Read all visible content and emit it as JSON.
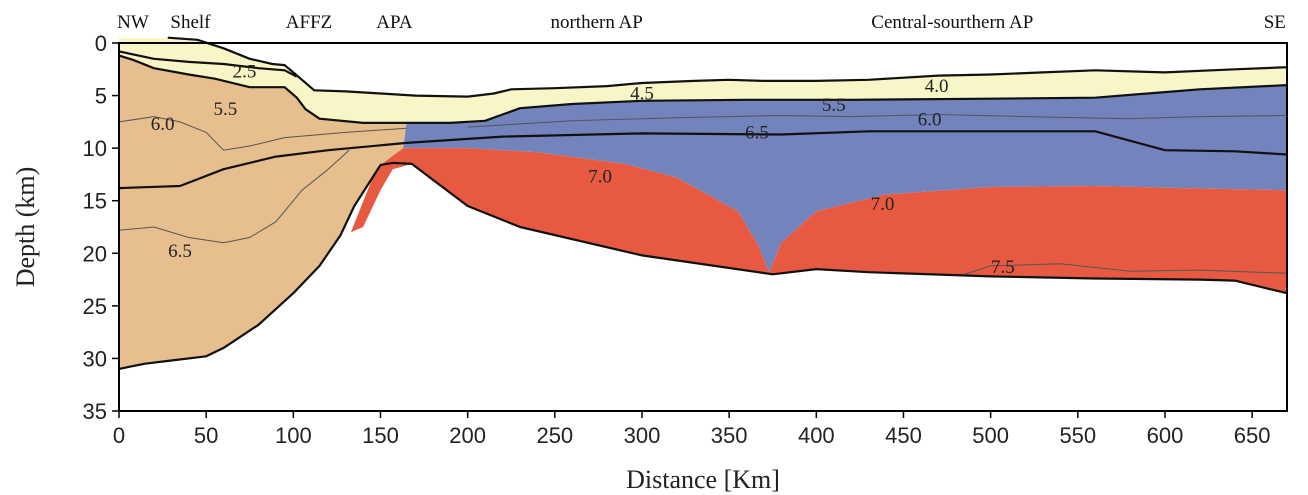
{
  "colors": {
    "sediment": "#f8f5c6",
    "upper_crust": "#e7bf8f",
    "oceanic_crust": "#7384bc",
    "lower_crust": "#e75a41",
    "boundary": "#111111",
    "contour": "#555555"
  },
  "top_labels": [
    {
      "text": "NW",
      "km": 8
    },
    {
      "text": "Shelf",
      "km": 41
    },
    {
      "text": "AFFZ",
      "km": 109
    },
    {
      "text": "APA",
      "km": 158
    },
    {
      "text": "northern AP",
      "km": 274
    },
    {
      "text": "Central-sourthern AP",
      "km": 478
    },
    {
      "text": "SE",
      "km": 663
    }
  ],
  "contour_labels": [
    {
      "text": "2.5",
      "km": 72,
      "depth": 2.6
    },
    {
      "text": "5.5",
      "km": 61,
      "depth": 6.2
    },
    {
      "text": "6.0",
      "km": 25,
      "depth": 7.6
    },
    {
      "text": "6.5",
      "km": 35,
      "depth": 19.7
    },
    {
      "text": "4.5",
      "km": 300,
      "depth": 4.7
    },
    {
      "text": "4.0",
      "km": 469,
      "depth": 4.0
    },
    {
      "text": "5.5",
      "km": 410,
      "depth": 5.8
    },
    {
      "text": "6.0",
      "km": 465,
      "depth": 7.2
    },
    {
      "text": "6.5",
      "km": 366,
      "depth": 8.4
    },
    {
      "text": "7.0",
      "km": 276,
      "depth": 12.6
    },
    {
      "text": "7.0",
      "km": 438,
      "depth": 15.2
    },
    {
      "text": "7.5",
      "km": 507,
      "depth": 21.2
    }
  ],
  "chart_data": {
    "type": "cross-section",
    "xlabel": "Distance [Km]",
    "ylabel": "Depth (km)",
    "xlim": [
      0,
      670
    ],
    "ylim": [
      35,
      0
    ],
    "xticks": [
      "0",
      "50",
      "100",
      "150",
      "200",
      "250",
      "300",
      "350",
      "400",
      "450",
      "500",
      "550",
      "600",
      "650"
    ],
    "yticks": [
      "0",
      "5",
      "10",
      "15",
      "20",
      "25",
      "30",
      "35"
    ],
    "layers": [
      {
        "name": "sediment",
        "color_key": "sediment",
        "top": [
          [
            0,
            -0.5
          ],
          [
            28,
            -0.5
          ],
          [
            45,
            -0.3
          ],
          [
            60,
            0.5
          ],
          [
            75,
            1.5
          ],
          [
            88,
            2.0
          ],
          [
            95,
            2.1
          ],
          [
            100,
            2.8
          ],
          [
            105,
            3.5
          ],
          [
            112,
            4.5
          ],
          [
            130,
            4.6
          ],
          [
            150,
            4.8
          ],
          [
            170,
            5.0
          ],
          [
            200,
            5.1
          ],
          [
            215,
            4.8
          ],
          [
            225,
            4.4
          ],
          [
            250,
            4.3
          ],
          [
            280,
            4.1
          ],
          [
            300,
            3.8
          ],
          [
            330,
            3.6
          ],
          [
            350,
            3.5
          ],
          [
            370,
            3.6
          ],
          [
            400,
            3.6
          ],
          [
            430,
            3.5
          ],
          [
            470,
            3.1
          ],
          [
            500,
            3.0
          ],
          [
            530,
            2.8
          ],
          [
            560,
            2.6
          ],
          [
            600,
            2.8
          ],
          [
            640,
            2.5
          ],
          [
            670,
            2.3
          ]
        ],
        "bottom": [
          [
            670,
            4.0
          ],
          [
            620,
            4.4
          ],
          [
            560,
            5.2
          ],
          [
            500,
            5.3
          ],
          [
            420,
            5.4
          ],
          [
            360,
            5.4
          ],
          [
            300,
            5.5
          ],
          [
            260,
            5.8
          ],
          [
            230,
            6.2
          ],
          [
            220,
            6.8
          ],
          [
            210,
            7.4
          ],
          [
            190,
            7.6
          ],
          [
            165,
            7.6
          ],
          [
            140,
            7.6
          ],
          [
            115,
            7.2
          ],
          [
            107,
            6.3
          ],
          [
            102,
            5.2
          ],
          [
            95,
            4.2
          ],
          [
            75,
            4.2
          ],
          [
            55,
            3.9
          ],
          [
            35,
            3.4
          ],
          [
            20,
            3.0
          ],
          [
            0,
            2.6
          ]
        ]
      },
      {
        "name": "upper-crust",
        "color_key": "upper_crust",
        "top": [
          [
            0,
            1.2
          ],
          [
            8,
            1.6
          ],
          [
            20,
            2.4
          ],
          [
            40,
            3.0
          ],
          [
            55,
            3.4
          ],
          [
            75,
            4.2
          ],
          [
            95,
            4.2
          ],
          [
            102,
            5.2
          ],
          [
            107,
            6.3
          ],
          [
            115,
            7.2
          ],
          [
            140,
            7.6
          ],
          [
            165,
            7.6
          ]
        ],
        "bottom": [
          [
            165,
            7.6
          ],
          [
            163,
            10.0
          ],
          [
            150,
            11.6
          ],
          [
            135,
            15.5
          ],
          [
            127,
            18.3
          ],
          [
            115,
            21.2
          ],
          [
            100,
            23.8
          ],
          [
            80,
            26.8
          ],
          [
            60,
            29.0
          ],
          [
            50,
            29.8
          ],
          [
            30,
            30.2
          ],
          [
            15,
            30.5
          ],
          [
            0,
            31.0
          ]
        ]
      },
      {
        "name": "oceanic-crust",
        "color_key": "oceanic_crust",
        "top": [
          [
            165,
            7.6
          ],
          [
            190,
            7.6
          ],
          [
            210,
            7.4
          ],
          [
            220,
            6.8
          ],
          [
            230,
            6.2
          ],
          [
            260,
            5.8
          ],
          [
            300,
            5.5
          ],
          [
            360,
            5.4
          ],
          [
            420,
            5.4
          ],
          [
            500,
            5.3
          ],
          [
            560,
            5.2
          ],
          [
            620,
            4.4
          ],
          [
            670,
            4.0
          ]
        ],
        "bottom": [
          [
            670,
            14.0
          ],
          [
            610,
            13.8
          ],
          [
            560,
            13.6
          ],
          [
            500,
            13.7
          ],
          [
            440,
            14.4
          ],
          [
            400,
            16.0
          ],
          [
            380,
            19.0
          ],
          [
            373,
            21.8
          ],
          [
            366,
            19.0
          ],
          [
            355,
            16.0
          ],
          [
            320,
            12.8
          ],
          [
            290,
            11.5
          ],
          [
            240,
            10.4
          ],
          [
            200,
            10.0
          ],
          [
            163,
            10.0
          ]
        ]
      },
      {
        "name": "lower-crust",
        "color_key": "lower_crust",
        "top": [
          [
            145,
            13.0
          ],
          [
            150,
            11.6
          ],
          [
            163,
            10.0
          ],
          [
            200,
            10.0
          ],
          [
            240,
            10.4
          ],
          [
            290,
            11.5
          ],
          [
            320,
            12.8
          ],
          [
            355,
            16.0
          ],
          [
            366,
            19.0
          ],
          [
            373,
            21.8
          ],
          [
            380,
            19.0
          ],
          [
            400,
            16.0
          ],
          [
            440,
            14.4
          ],
          [
            500,
            13.7
          ],
          [
            560,
            13.6
          ],
          [
            610,
            13.8
          ],
          [
            670,
            14.0
          ]
        ],
        "bottom": [
          [
            670,
            23.8
          ],
          [
            640,
            22.6
          ],
          [
            620,
            22.5
          ],
          [
            560,
            22.4
          ],
          [
            500,
            22.2
          ],
          [
            430,
            21.8
          ],
          [
            400,
            21.5
          ],
          [
            375,
            22.0
          ],
          [
            300,
            20.2
          ],
          [
            230,
            17.5
          ],
          [
            200,
            15.5
          ],
          [
            180,
            13.0
          ],
          [
            168,
            11.5
          ],
          [
            157,
            12.0
          ],
          [
            150,
            14.0
          ],
          [
            140,
            17.5
          ],
          [
            133,
            18.0
          ]
        ]
      }
    ],
    "boundaries": [
      {
        "name": "seafloor",
        "points": [
          [
            0,
            1.2
          ],
          [
            8,
            1.6
          ],
          [
            20,
            2.4
          ],
          [
            40,
            3.0
          ],
          [
            55,
            3.4
          ],
          [
            75,
            4.2
          ],
          [
            95,
            4.2
          ],
          [
            102,
            5.2
          ],
          [
            107,
            6.3
          ],
          [
            115,
            7.2
          ],
          [
            140,
            7.6
          ],
          [
            165,
            7.6
          ],
          [
            190,
            7.6
          ],
          [
            210,
            7.4
          ],
          [
            220,
            6.8
          ],
          [
            230,
            6.2
          ],
          [
            260,
            5.8
          ],
          [
            300,
            5.5
          ],
          [
            360,
            5.4
          ],
          [
            420,
            5.4
          ],
          [
            500,
            5.3
          ],
          [
            560,
            5.2
          ],
          [
            620,
            4.4
          ],
          [
            670,
            4.0
          ]
        ]
      },
      {
        "name": "surface",
        "points": [
          [
            28,
            -0.5
          ],
          [
            45,
            -0.3
          ],
          [
            60,
            0.5
          ],
          [
            75,
            1.5
          ],
          [
            88,
            2.0
          ],
          [
            95,
            2.1
          ],
          [
            100,
            2.8
          ],
          [
            105,
            3.5
          ],
          [
            112,
            4.5
          ],
          [
            130,
            4.6
          ],
          [
            150,
            4.8
          ],
          [
            170,
            5.0
          ],
          [
            200,
            5.1
          ],
          [
            215,
            4.8
          ],
          [
            225,
            4.4
          ],
          [
            250,
            4.3
          ],
          [
            280,
            4.1
          ],
          [
            300,
            3.8
          ],
          [
            330,
            3.6
          ],
          [
            350,
            3.5
          ],
          [
            370,
            3.6
          ],
          [
            400,
            3.6
          ],
          [
            430,
            3.5
          ],
          [
            470,
            3.1
          ],
          [
            500,
            3.0
          ],
          [
            530,
            2.8
          ],
          [
            560,
            2.6
          ],
          [
            600,
            2.8
          ],
          [
            640,
            2.5
          ],
          [
            670,
            2.3
          ]
        ]
      },
      {
        "name": "shelf-upper-horizon",
        "points": [
          [
            0,
            0.8
          ],
          [
            20,
            1.5
          ],
          [
            40,
            1.8
          ],
          [
            60,
            2.0
          ],
          [
            80,
            2.4
          ],
          [
            95,
            2.6
          ],
          [
            102,
            3.2
          ]
        ]
      },
      {
        "name": "mid-crust-horizon",
        "points": [
          [
            0,
            13.8
          ],
          [
            35,
            13.6
          ],
          [
            60,
            12.0
          ],
          [
            90,
            10.8
          ],
          [
            120,
            10.2
          ],
          [
            165,
            9.5
          ],
          [
            220,
            8.9
          ],
          [
            300,
            8.6
          ],
          [
            380,
            8.7
          ],
          [
            430,
            8.4
          ],
          [
            560,
            8.4
          ],
          [
            600,
            10.2
          ],
          [
            640,
            10.3
          ],
          [
            670,
            10.6
          ]
        ]
      },
      {
        "name": "moho",
        "points": [
          [
            0,
            31.0
          ],
          [
            15,
            30.5
          ],
          [
            30,
            30.2
          ],
          [
            50,
            29.8
          ],
          [
            60,
            29.0
          ],
          [
            80,
            26.8
          ],
          [
            100,
            23.8
          ],
          [
            115,
            21.2
          ],
          [
            127,
            18.3
          ],
          [
            135,
            15.5
          ],
          [
            150,
            11.6
          ],
          [
            157,
            11.4
          ],
          [
            168,
            11.5
          ],
          [
            180,
            13.0
          ],
          [
            200,
            15.5
          ],
          [
            230,
            17.5
          ],
          [
            300,
            20.2
          ],
          [
            375,
            22.0
          ],
          [
            400,
            21.5
          ],
          [
            430,
            21.8
          ],
          [
            500,
            22.2
          ],
          [
            560,
            22.4
          ],
          [
            620,
            22.5
          ],
          [
            640,
            22.6
          ],
          [
            670,
            23.8
          ]
        ]
      }
    ],
    "contours": [
      {
        "value": "6.0",
        "points": [
          [
            0,
            7.5
          ],
          [
            20,
            7.0
          ],
          [
            35,
            7.5
          ],
          [
            50,
            8.5
          ],
          [
            60,
            10.2
          ],
          [
            75,
            9.8
          ],
          [
            95,
            9.0
          ],
          [
            130,
            8.5
          ],
          [
            165,
            8.1
          ]
        ]
      },
      {
        "value": "6.5",
        "points": [
          [
            0,
            17.8
          ],
          [
            20,
            17.5
          ],
          [
            40,
            18.5
          ],
          [
            60,
            19.0
          ],
          [
            75,
            18.5
          ],
          [
            90,
            17.0
          ],
          [
            105,
            14.0
          ],
          [
            120,
            12.0
          ],
          [
            132,
            10.2
          ]
        ]
      },
      {
        "value": "5.5",
        "points": [
          [
            200,
            8.0
          ],
          [
            260,
            7.4
          ],
          [
            320,
            7.1
          ],
          [
            380,
            6.9
          ],
          [
            420,
            7.0
          ],
          [
            470,
            6.8
          ],
          [
            520,
            7.0
          ],
          [
            580,
            7.2
          ],
          [
            620,
            7.0
          ],
          [
            670,
            6.9
          ]
        ]
      },
      {
        "value": "7.5",
        "points": [
          [
            485,
            22.0
          ],
          [
            500,
            21.2
          ],
          [
            540,
            21.0
          ],
          [
            580,
            21.7
          ],
          [
            620,
            21.6
          ],
          [
            670,
            21.9
          ]
        ]
      }
    ]
  }
}
